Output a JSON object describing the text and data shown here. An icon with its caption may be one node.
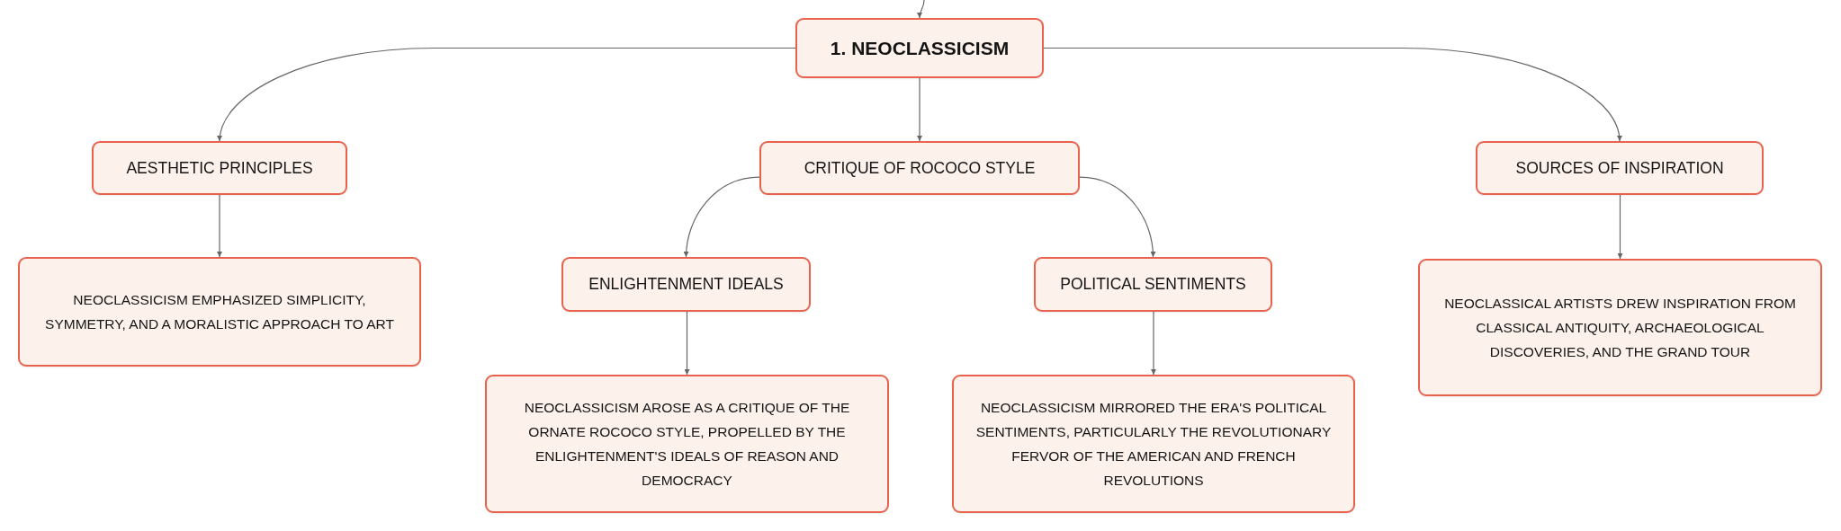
{
  "diagram": {
    "nodes": [
      {
        "text": [
          "1. NEOCLASSICISM"
        ]
      },
      {
        "text": [
          "AESTHETIC PRINCIPLES"
        ]
      },
      {
        "text": [
          "CRITIQUE OF ROCOCO STYLE"
        ]
      },
      {
        "text": [
          "SOURCES OF INSPIRATION"
        ]
      },
      {
        "text": [
          "NEOCLASSICISM EMPHASIZED SIMPLICITY, SYMMETRY, AND A MORALISTIC APPROACH TO ART"
        ]
      },
      {
        "text": [
          "ENLIGHTENMENT IDEALS"
        ]
      },
      {
        "text": [
          "POLITICAL SENTIMENTS"
        ]
      },
      {
        "text": [
          "NEOCLASSICAL ARTISTS DREW INSPIRATION FROM CLASSICAL ANTIQUITY, ARCHAEOLOGICAL DISCOVERIES, AND THE GRAND TOUR"
        ]
      },
      {
        "text": [
          "NEOCLASSICISM AROSE AS A CRITIQUE OF THE ORNATE ROCOCO STYLE, PROPELLED BY THE ENLIGHTENMENT'S IDEALS OF REASON AND DEMOCRACY"
        ]
      },
      {
        "text": [
          "NEOCLASSICISM MIRRORED THE ERA'S POLITICAL SENTIMENTS, PARTICULARLY THE REVOLUTIONARY FERVOR OF THE AMERICAN AND FRENCH REVOLUTIONS"
        ]
      }
    ],
    "edges": [
      {
        "from": null,
        "to": 0,
        "arrow": "to"
      },
      {
        "from": 0,
        "to": 1,
        "arrow": "to"
      },
      {
        "from": 0,
        "to": 2,
        "arrow": "to"
      },
      {
        "from": 0,
        "to": 3,
        "arrow": "to"
      },
      {
        "from": 1,
        "to": 4,
        "arrow": "to"
      },
      {
        "from": 2,
        "to": 5,
        "arrow": "to"
      },
      {
        "from": 2,
        "to": 6,
        "arrow": "to"
      },
      {
        "from": 3,
        "to": 7,
        "arrow": "to"
      },
      {
        "from": 5,
        "to": 8,
        "arrow": "to"
      },
      {
        "from": 6,
        "to": 9,
        "arrow": "to"
      }
    ]
  }
}
